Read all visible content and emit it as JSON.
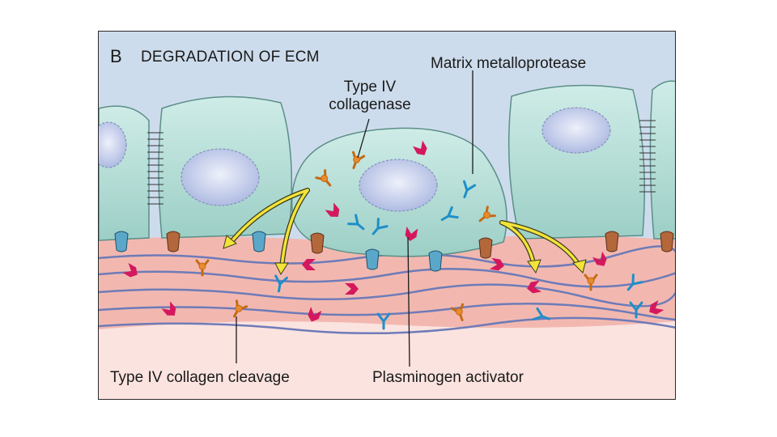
{
  "panel": {
    "letter": "B",
    "title": "DEGRADATION OF ECM"
  },
  "labels": {
    "type4_collagenase_line1": "Type IV",
    "type4_collagenase_line2": "collagenase",
    "mmp": "Matrix metalloprotease",
    "cleavage": "Type IV collagen cleavage",
    "plasminogen": "Plasminogen activator"
  },
  "colors": {
    "background_top": "#cddcec",
    "cell_fill": "#b5ddd6",
    "nucleus": "#b9c4e6",
    "matrix": "#f2b8b0",
    "matrix_light": "#fbe3df",
    "collagenase": "#e88a2e",
    "mmp": "#1f8fc9",
    "plasminogen": "#d4185e",
    "arrow": "#f2e33a"
  }
}
